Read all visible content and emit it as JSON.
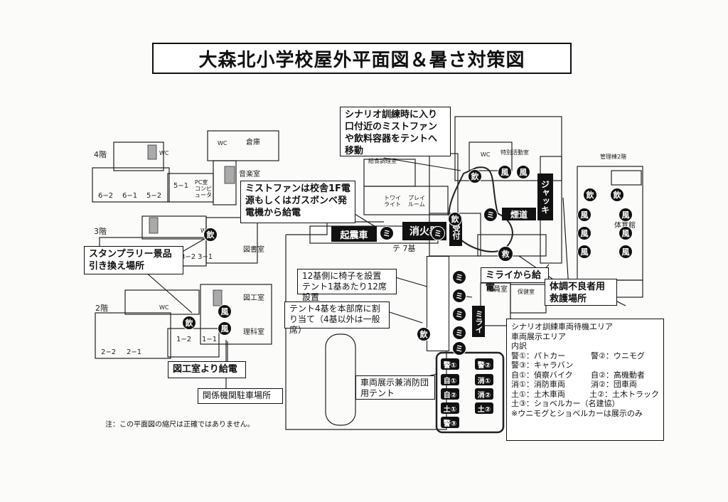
{
  "title": "大森北小学校屋外平面図＆暑さ対策図",
  "callouts": {
    "mistfan_move": "シナリオ訓練時に入り口付近のミストファンや飲料容器をテントへ移動",
    "mistfan_power": "ミストファンは校舎1F電源もしくはガスボンベ発電機から給電",
    "stamp_rally": "スタンプラリー景品引き換え場所",
    "chairs": "12基側に椅子を設置 テント1基あたり12席設置",
    "tents_hq": "テント4基を本部席に割り当て（4基以外は一般席）",
    "zukoushitsu_power": "図工室より給電",
    "parking": "関係機関駐車場所",
    "vehicle_tent": "車両展示兼消防団用テント",
    "mirai_power": "ミライから給電",
    "rescue_area": "体調不良者用救護場所"
  },
  "legend": {
    "line1": "シナリオ訓練車両待機エリア",
    "line2": "車両展示エリア",
    "line3": "内訳",
    "rows": [
      [
        "警①：パトカー",
        "警②：ウニモグ"
      ],
      [
        "警③：キャラバン",
        ""
      ],
      [
        "自①：偵察バイク",
        "自②：高機動者"
      ],
      [
        "消①：消防車両",
        "消②：団車両"
      ],
      [
        "土①：土木車両",
        "土②：土木トラック"
      ],
      [
        "土③：ショベルカー（名建協）",
        ""
      ],
      [
        "※ウニモグとショベルカーは展示のみ",
        ""
      ]
    ]
  },
  "note": "注：この平面図の縮尺は正確ではありません。",
  "floors": {
    "f4": "4階",
    "f3": "3階",
    "f2": "2階"
  },
  "rooms": {
    "wc": "WC",
    "souko": "倉庫",
    "ongakushitsu": "音楽室",
    "pc": "PC室 コンピュータ",
    "r51": "5−1",
    "r52": "5−2",
    "r61": "6−1",
    "r62": "6−2",
    "r31": "3−1",
    "r32": "3−2",
    "toshoshitsu": "図書室",
    "zukoushitsu": "図工室",
    "rikashitsu": "理科室",
    "r11": "1−1",
    "r12": "1−2",
    "r21": "2−1",
    "r22": "2−2",
    "tokubetsu": "特別活動室",
    "kyushoku": "給食調理室",
    "taiikukan": "体育館",
    "kanrito": "管理棟2階",
    "shokuin": "職員室",
    "hokenshitsu": "保健室",
    "toilet": "トワイライト",
    "playroom": "プレイルーム"
  },
  "blocks": {
    "kishoukan": "起震車",
    "shoukaki": "消火器",
    "jyukki": "ジャッキ",
    "kansen": "煙道",
    "uketsuke": "受付",
    "tent7": "テ 7基",
    "mirai": "ミライ"
  },
  "badges": {
    "drink": "飲",
    "wind": "風",
    "mist": "ミ",
    "rescue": "救"
  },
  "vehicles": {
    "p1": "警①",
    "p2": "警②",
    "p3": "警③",
    "j1": "自①",
    "j2": "自②",
    "s1": "消①",
    "s2": "消②",
    "d1": "土①",
    "d2": "土②"
  }
}
